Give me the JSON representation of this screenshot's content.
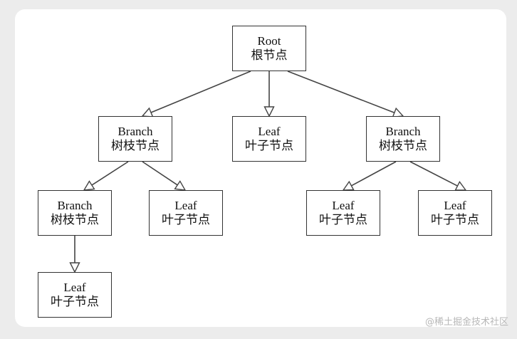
{
  "nodes": [
    {
      "id": "root",
      "name": "Root",
      "zh": "根节点"
    },
    {
      "id": "b1",
      "name": "Branch",
      "zh": "树枝节点"
    },
    {
      "id": "l1",
      "name": "Leaf",
      "zh": "叶子节点"
    },
    {
      "id": "b2",
      "name": "Branch",
      "zh": "树枝节点"
    },
    {
      "id": "b3",
      "name": "Branch",
      "zh": "树枝节点"
    },
    {
      "id": "l2",
      "name": "Leaf",
      "zh": "叶子节点"
    },
    {
      "id": "l3",
      "name": "Leaf",
      "zh": "叶子节点"
    },
    {
      "id": "l4",
      "name": "Leaf",
      "zh": "叶子节点"
    },
    {
      "id": "l5",
      "name": "Leaf",
      "zh": "叶子节点"
    }
  ],
  "edges": [
    [
      "root",
      "b1"
    ],
    [
      "root",
      "l1"
    ],
    [
      "root",
      "b2"
    ],
    [
      "b1",
      "b3"
    ],
    [
      "b1",
      "l2"
    ],
    [
      "b2",
      "l3"
    ],
    [
      "b2",
      "l4"
    ],
    [
      "b3",
      "l5"
    ]
  ],
  "watermark": "@稀土掘金技术社区"
}
